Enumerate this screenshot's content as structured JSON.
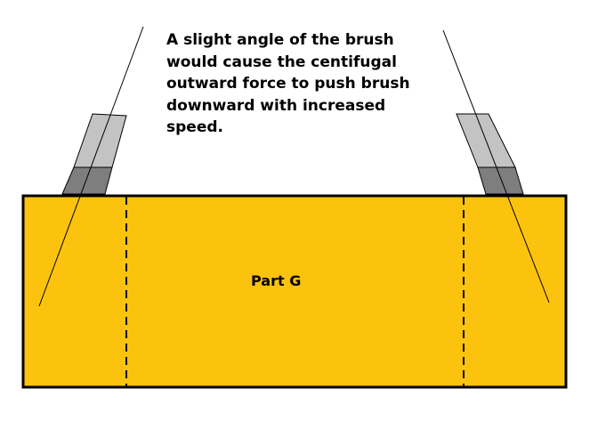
{
  "caption": {
    "lines": [
      "A slight angle of the brush",
      "would cause the centifugal",
      "outward force to push brush",
      "downward with increased",
      "speed."
    ]
  },
  "part": {
    "label": "Part G"
  },
  "colors": {
    "part_fill": "#FCC30E",
    "outline": "#000000",
    "brush_light": "#C3C3C3",
    "brush_dark": "#7E7E7E",
    "background": "#FFFFFF"
  }
}
